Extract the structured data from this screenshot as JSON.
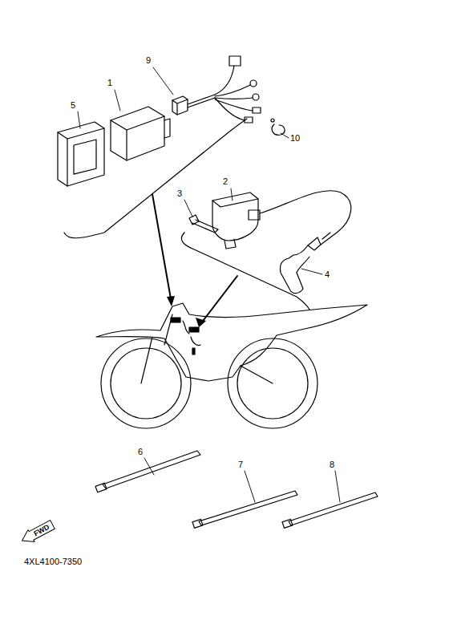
{
  "diagram": {
    "nodes": [
      {
        "text": [
          "FWD"
        ]
      }
    ],
    "labels": [
      "9",
      "1",
      "5",
      "10",
      "3",
      "2",
      "4",
      "6",
      "7",
      "8",
      "4XL4100-7350"
    ]
  }
}
